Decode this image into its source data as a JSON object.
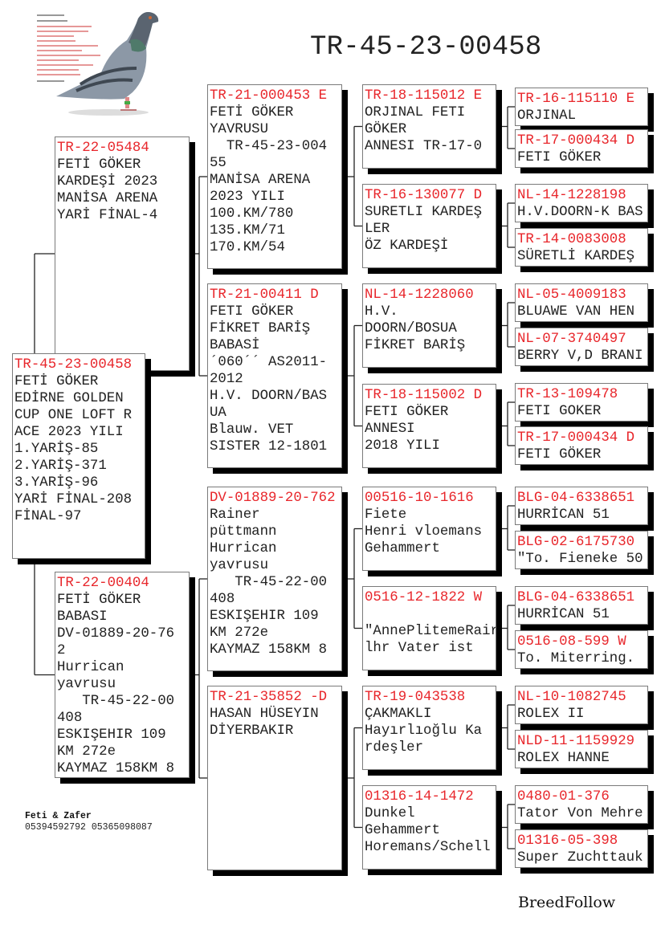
{
  "title": "TR-45-23-00458",
  "subject": {
    "id": "TR-45-23-00458",
    "lines": [
      "FETİ GÖKER",
      "EDİRNE GOLDEN",
      "CUP ONE LOFT R",
      "ACE 2023 YILI",
      "1.YARİŞ-85",
      "2.YARİŞ-371",
      "3.YARİŞ-96",
      "YARİ FİNAL-208",
      "FİNAL-97"
    ]
  },
  "gen1": [
    {
      "id": "TR-22-05484",
      "lines": [
        "FETİ GÖKER",
        "KARDEŞİ 2023",
        "MANİSA ARENA",
        "YARİ FİNAL-4"
      ]
    },
    {
      "id": "TR-22-00404",
      "lines": [
        "FETİ GÖKER",
        "BABASI",
        "DV-01889-20-76",
        "2",
        "Hurrican",
        "yavrusu",
        "   TR-45-22-00",
        "408",
        "ESKIŞEHIR 109",
        "KM 272e",
        "KAYMAZ 158KM 8"
      ]
    }
  ],
  "gen2": [
    {
      "id": "TR-21-000453 E",
      "lines": [
        "FETİ GÖKER",
        "YAVRUSU",
        "  TR-45-23-004",
        "55",
        "MANİSA ARENA",
        "2023 YILI",
        "100.KM/780",
        "135.KM/71",
        "170.KM/54"
      ]
    },
    {
      "id": "TR-21-00411 D",
      "lines": [
        "FETI GÖKER",
        "FİKRET BARİŞ",
        "BABASİ",
        "´060´´ AS2011-",
        "2012",
        "H.V. DOORN/BAS",
        "UA",
        "Blauw. VET",
        "SISTER 12-1801"
      ]
    },
    {
      "id": "DV-01889-20-762",
      "lines": [
        "Rainer",
        "püttmann",
        "Hurrican",
        "yavrusu",
        "   TR-45-22-00",
        "408",
        "ESKIŞEHIR 109",
        "KM 272e",
        "KAYMAZ 158KM 8"
      ]
    },
    {
      "id": "TR-21-35852 -D",
      "lines": [
        "HASAN HÜSEYIN",
        "DİYERBAKIR"
      ]
    }
  ],
  "gen3": [
    {
      "id": "TR-18-115012 E",
      "lines": [
        "ORJINAL FETI",
        "GÖKER",
        "ANNESI TR-17-0"
      ]
    },
    {
      "id": "TR-16-130077 D",
      "lines": [
        "SURETLI KARDEŞ",
        "LER",
        "ÖZ KARDEŞİ"
      ]
    },
    {
      "id": "NL-14-1228060",
      "lines": [
        "H.V.",
        "DOORN/BOSUA",
        "FİKRET BARİŞ"
      ]
    },
    {
      "id": "TR-18-115002 D",
      "lines": [
        "FETI GÖKER",
        "ANNESI",
        "2018 YILI"
      ]
    },
    {
      "id": "00516-10-1616",
      "lines": [
        "Fiete",
        "Henri vloemans",
        "Gehammert"
      ]
    },
    {
      "id": "0516-12-1822 W",
      "lines": [
        "",
        "\"AnnePlitemeRair",
        "lhr Vater ist"
      ]
    },
    {
      "id": "TR-19-043538",
      "lines": [
        "ÇAKMAKLI",
        "Hayırlıoğlu Ka",
        "rdeşler"
      ]
    },
    {
      "id": "01316-14-1472",
      "lines": [
        "Dunkel",
        "Gehammert",
        "Horemans/Schell"
      ]
    }
  ],
  "gen4": [
    {
      "id": "TR-16-115110 E",
      "lines": [
        "ORJINAL"
      ]
    },
    {
      "id": "TR-17-000434 D",
      "lines": [
        "FETI GÖKER"
      ]
    },
    {
      "id": "NL-14-1228198",
      "lines": [
        "H.V.DOORN-K BAS"
      ]
    },
    {
      "id": "TR-14-0083008",
      "lines": [
        "SÜRETLİ KARDEŞ"
      ]
    },
    {
      "id": "NL-05-4009183",
      "lines": [
        "BLUAWE VAN HEN"
      ]
    },
    {
      "id": "NL-07-3740497",
      "lines": [
        "BERRY V,D BRANI"
      ]
    },
    {
      "id": "TR-13-109478",
      "lines": [
        "FETI GOKER"
      ]
    },
    {
      "id": "TR-17-000434 D",
      "lines": [
        "FETI GÖKER"
      ]
    },
    {
      "id": "BLG-04-6338651",
      "lines": [
        "HURRİCAN 51"
      ]
    },
    {
      "id": "BLG-02-6175730",
      "lines": [
        "\"To. Fieneke 50"
      ]
    },
    {
      "id": "BLG-04-6338651",
      "lines": [
        "HURRİCAN 51"
      ]
    },
    {
      "id": "0516-08-599 W",
      "lines": [
        "To. Miterring."
      ]
    },
    {
      "id": "NL-10-1082745",
      "lines": [
        "ROLEX II"
      ]
    },
    {
      "id": "NLD-11-1159929",
      "lines": [
        "ROLEX HANNE"
      ]
    },
    {
      "id": "0480-01-376",
      "lines": [
        "Tator Von Mehre"
      ]
    },
    {
      "id": "01316-05-398",
      "lines": [
        "Super Zuchttauk"
      ]
    }
  ],
  "footer": {
    "owner": "Feti & Zafer",
    "phones": "05394592792 05365098087",
    "brand": "BreedFollow"
  }
}
